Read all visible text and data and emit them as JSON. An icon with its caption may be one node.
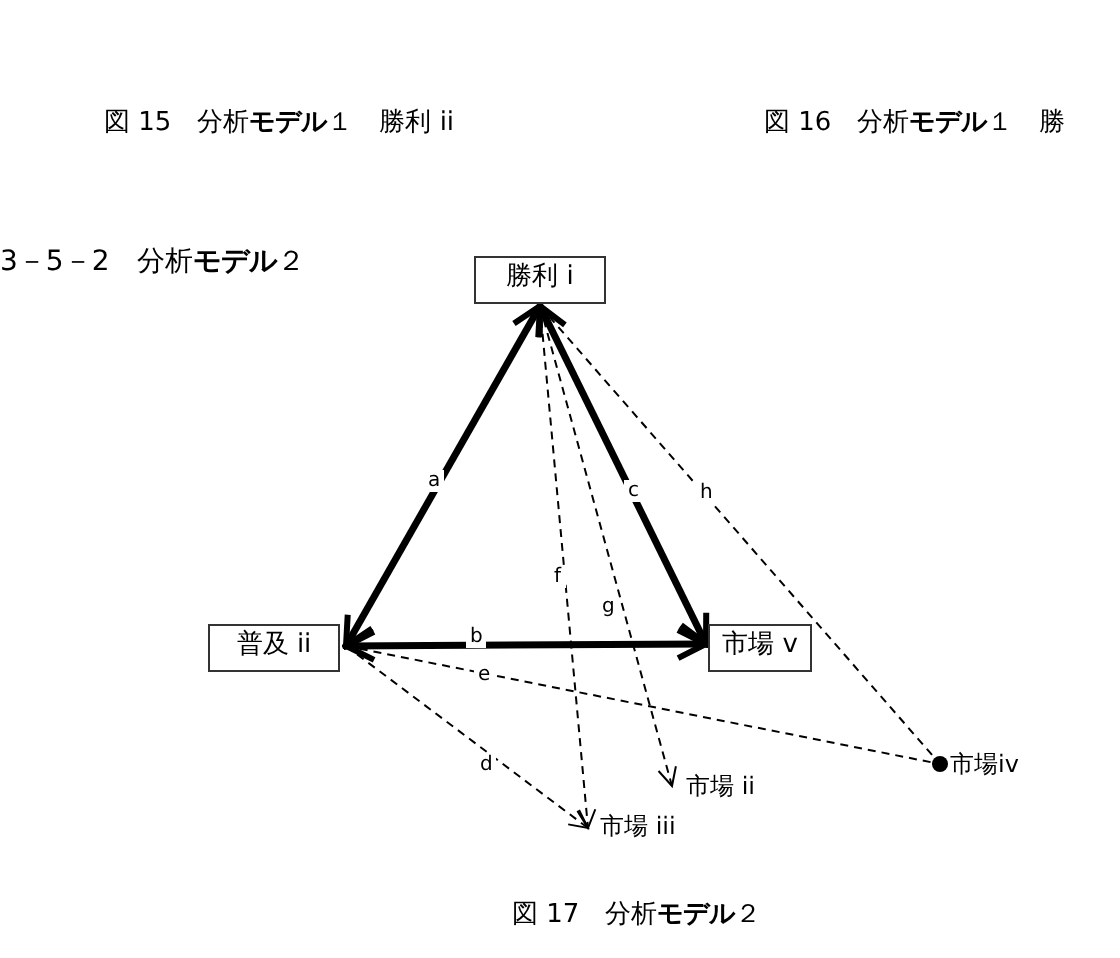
{
  "diagram": {
    "caption": "図 17　分析**モデル**２",
    "nodes": [
      {
        "text": [
          "勝利 i"
        ]
      },
      {
        "text": [
          "普及 ii"
        ]
      },
      {
        "text": [
          "市場 v"
        ]
      },
      {
        "text": [
          "市場 ii"
        ]
      },
      {
        "text": [
          "市場 iii"
        ]
      },
      {
        "text": [
          "市場iv"
        ]
      }
    ],
    "edges": [
      {
        "from": 1,
        "to": 0,
        "arrow": "both",
        "label": "a",
        "style": "thick"
      },
      {
        "from": 1,
        "to": 2,
        "arrow": "both",
        "label": "b",
        "style": "thick"
      },
      {
        "from": 0,
        "to": 2,
        "arrow": "both",
        "label": "c",
        "style": "thick"
      },
      {
        "from": 1,
        "to": 4,
        "arrow": "to",
        "label": "d",
        "style": "dashed"
      },
      {
        "from": 1,
        "to": 5,
        "arrow": "none",
        "label": "e",
        "style": "dashed"
      },
      {
        "from": 0,
        "to": 4,
        "arrow": "to",
        "label": "f",
        "style": "dashed"
      },
      {
        "from": 0,
        "to": 3,
        "arrow": "to",
        "label": "g",
        "style": "dashed"
      },
      {
        "from": 0,
        "to": 5,
        "arrow": "none",
        "label": "h",
        "style": "dashed"
      }
    ],
    "labels": [
      "図 15　分析**モデル**１　勝利 ii",
      "図 16　分析**モデル**１　勝",
      "3－5－2　分析**モデル**２"
    ]
  }
}
